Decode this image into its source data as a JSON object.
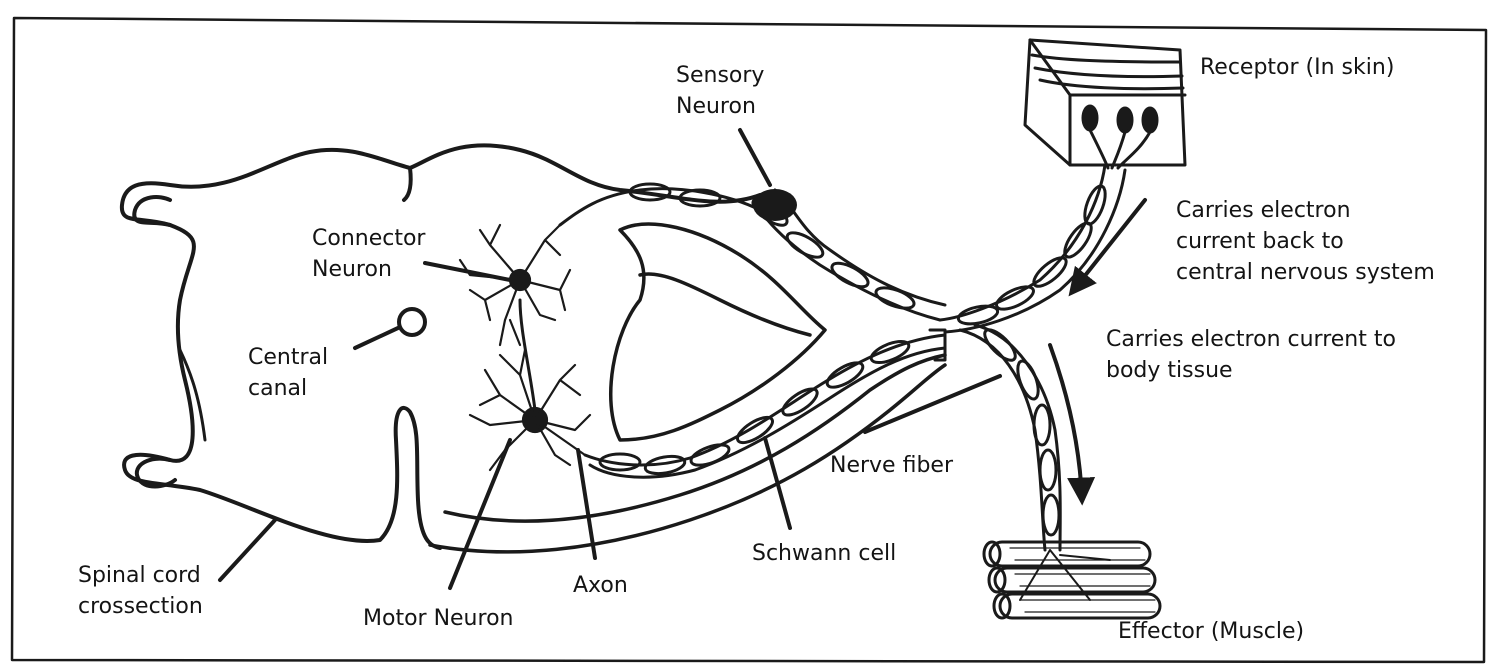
{
  "labels": {
    "sensory_neuron": [
      "Sensory",
      "Neuron"
    ],
    "receptor": "Receptor (In skin)",
    "connector_neuron": [
      "Connector",
      "Neuron"
    ],
    "carries_back": [
      "Carries electron",
      "current back to",
      "central nervous system"
    ],
    "central_canal": [
      "Central",
      "canal"
    ],
    "carries_to": [
      "Carries electron current to",
      "body tissue"
    ],
    "nerve_fiber": "Nerve fiber",
    "spinal_cord": [
      "Spinal cord",
      "crossection"
    ],
    "axon": "Axon",
    "schwann_cell": "Schwann cell",
    "motor_neuron": "Motor Neuron",
    "effector": "Effector (Muscle)"
  },
  "colors": {
    "ink": "#1a1a1a",
    "paper": "#ffffff"
  },
  "icons": [
    "spinal-cord-outline",
    "neuron-cell-body",
    "skin-block",
    "muscle-fibers",
    "direction-arrow"
  ]
}
